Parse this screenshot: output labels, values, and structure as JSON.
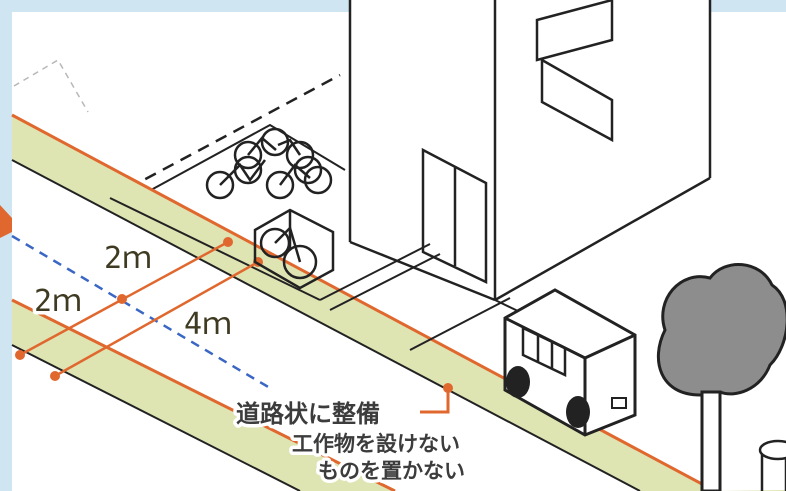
{
  "colors": {
    "frame": "#cfe6f2",
    "road_strip": "#dfe4b3",
    "boundary_line": "#e0682f",
    "centerline": "#3a66c4",
    "tree": "#8d8d8d",
    "ink": "#222222"
  },
  "dimensions": {
    "upper_half_width": "2ｍ",
    "lower_half_width": "2ｍ",
    "total_width": "4ｍ"
  },
  "note": {
    "heading": "道路状に整備",
    "line_1": "工作物を設けない",
    "line_2": "ものを置かない"
  }
}
